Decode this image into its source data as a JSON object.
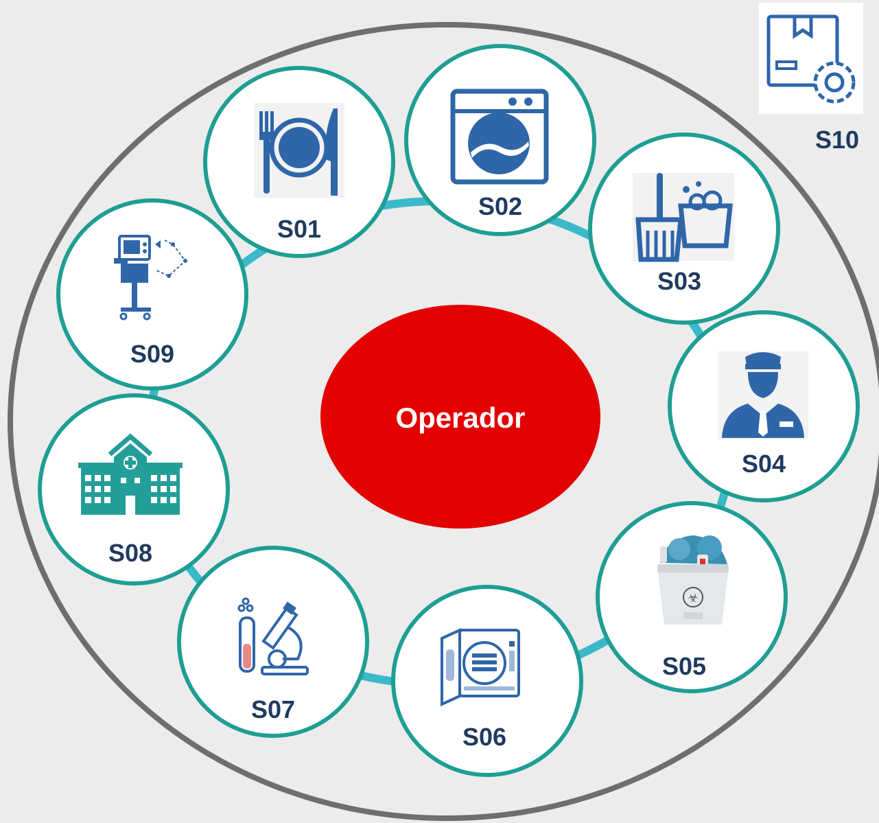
{
  "center": {
    "label": "Operador",
    "color": "#e30000"
  },
  "colors": {
    "ring": "#6e6e6e",
    "connector": "#3bb9c9",
    "node_border": "#1e9e94",
    "label": "#1f3a5f",
    "icon_blue": "#2f66a8",
    "icon_teal": "#239e98"
  },
  "nodes": [
    {
      "id": "S01",
      "label": "S01",
      "icon": "dining-plate-icon"
    },
    {
      "id": "S02",
      "label": "S02",
      "icon": "washing-machine-icon"
    },
    {
      "id": "S03",
      "label": "S03",
      "icon": "cleaning-broom-bucket-icon"
    },
    {
      "id": "S04",
      "label": "S04",
      "icon": "security-guard-icon"
    },
    {
      "id": "S05",
      "label": "S05",
      "icon": "biohazard-waste-bin-icon"
    },
    {
      "id": "S06",
      "label": "S06",
      "icon": "autoclave-sterilizer-icon"
    },
    {
      "id": "S07",
      "label": "S07",
      "icon": "laboratory-microscope-icon"
    },
    {
      "id": "S08",
      "label": "S08",
      "icon": "hospital-building-icon"
    },
    {
      "id": "S09",
      "label": "S09",
      "icon": "medical-equipment-icon"
    }
  ],
  "external": {
    "id": "S10",
    "label": "S10",
    "icon": "box-gear-icon"
  }
}
